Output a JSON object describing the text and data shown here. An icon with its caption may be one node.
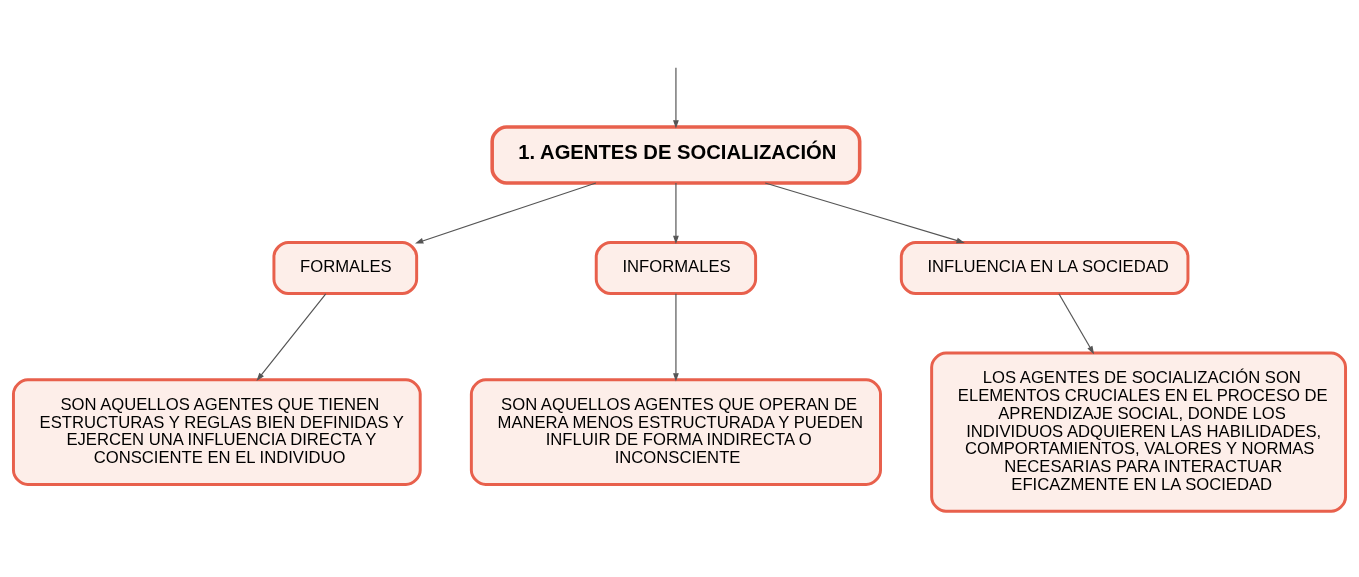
{
  "diagram": {
    "nodes": [
      {
        "text": [
          "1. AGENTES DE SOCIALIZACIÓN"
        ]
      },
      {
        "text": [
          "FORMALES"
        ]
      },
      {
        "text": [
          "INFORMALES"
        ]
      },
      {
        "text": [
          "INFLUENCIA EN LA SOCIEDAD"
        ]
      },
      {
        "text": [
          "SON AQUELLOS AGENTES QUE TIENEN ESTRUCTURAS Y REGLAS BIEN DEFINIDAS Y EJERCEN UNA INFLUENCIA DIRECTA Y CONSCIENTE EN EL INDIVIDUO"
        ]
      },
      {
        "text": [
          "SON AQUELLOS AGENTES QUE OPERAN DE MANERA MENOS ESTRUCTURADA Y PUEDEN INFLUIR DE FORMA INDIRECTA O INCONSCIENTE"
        ]
      },
      {
        "text": [
          "LOS AGENTES DE SOCIALIZACIÓN SON ELEMENTOS CRUCIALES EN EL PROCESO DE APRENDIZAJE SOCIAL, DONDE LOS INDIVIDUOS ADQUIEREN LAS HABILIDADES, COMPORTAMIENTOS, VALORES Y NORMAS NECESARIAS PARA INTERACTUAR EFICAZMENTE EN LA SOCIEDAD"
        ]
      }
    ],
    "edges": [
      {
        "from": null,
        "to": 0,
        "arrow": "to"
      },
      {
        "from": 0,
        "to": 1,
        "arrow": "to"
      },
      {
        "from": 0,
        "to": 2,
        "arrow": "to"
      },
      {
        "from": 0,
        "to": 3,
        "arrow": "to"
      },
      {
        "from": 1,
        "to": 4,
        "arrow": "to"
      },
      {
        "from": 2,
        "to": 5,
        "arrow": "to"
      },
      {
        "from": 3,
        "to": 6,
        "arrow": "to"
      }
    ]
  }
}
